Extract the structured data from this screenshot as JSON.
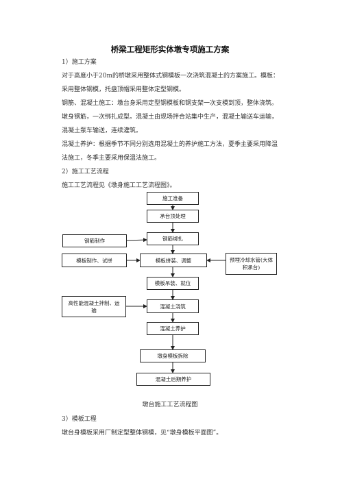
{
  "doc": {
    "title": "桥梁工程矩形实体墩专项施工方案",
    "s1_heading": "1）施工方案",
    "s1_p1": "对于高度小于20m的桥墩采用整体式钢模板一次浇筑混凝土的方案施工。模板：采用整体钢模，托盘顶帽采用整体定型钢模。",
    "s1_p2": "钢筋、混凝土施工：墩台身采用定型钢模板和钢支架一次支模到顶，整体浇筑。墩身钢筋，一次绑扎成型。混凝土由现场拌合站集中生产，混凝土输送车运输，混凝土泵车输送，连续灌筑。",
    "s1_p3": "混凝土养护：根据季节不同分别选用混凝土的养护施工方法，夏季主要采用降温法施工，冬季主要采用保温法施工。",
    "s2_heading": "2）施工工艺流程",
    "s2_p1": "施工工艺流程见《墩身施工工艺流程图》。",
    "caption": "墩台施工工艺流程图",
    "s3_heading": "3）模板工程",
    "s3_p1": "墩台身模板采用厂制定型整体钢模，见“墩身模板平面图”。"
  },
  "flow": {
    "main": [
      "施工准备",
      "承台顶处理",
      "钢筋绑扎",
      "模板拼装、调整",
      "模板吊装、就位",
      "混凝土浇筑",
      "混凝土养护",
      "墩身模板拆除",
      "混凝土后期养护"
    ],
    "side_rebar": "钢筋制作",
    "side_formwork": "模板制作、试拼",
    "side_cooling": "预埋冷却水管(大体积承台)",
    "side_concrete": "高性能混凝土拌制、运输"
  }
}
